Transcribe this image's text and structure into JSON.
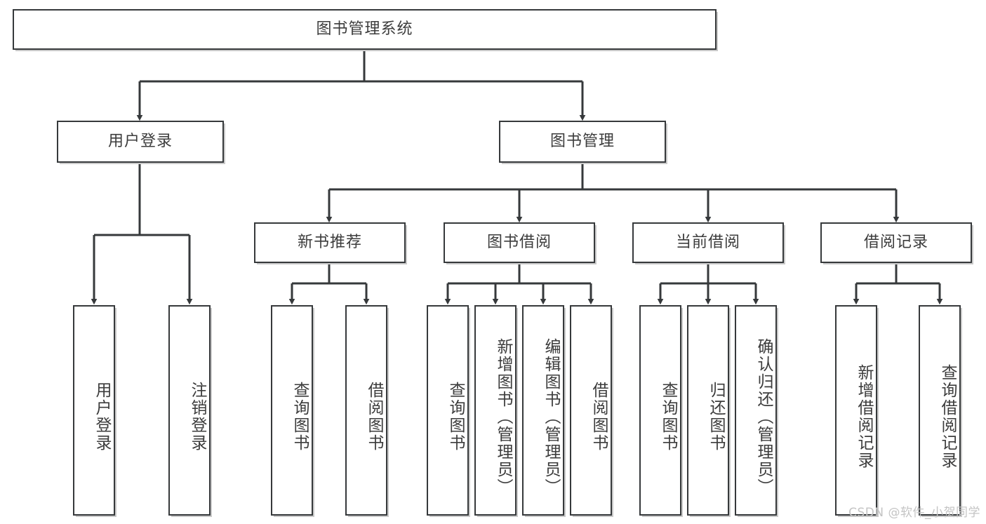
{
  "diagram": {
    "type": "tree-hierarchy-flowchart",
    "title": "图书管理系统",
    "watermark": "CSDN @软件_小贺同学",
    "colors": {
      "border": "#36393b",
      "shadow": "#c9c9c9",
      "text": "#3c3c3c",
      "background": "#ffffff",
      "watermark_text": "#c4c4c4"
    },
    "root": {
      "label": "图书管理系统"
    },
    "level1": [
      {
        "label": "用户登录"
      },
      {
        "label": "图书管理"
      }
    ],
    "level2": [
      {
        "label": "新书推荐"
      },
      {
        "label": "图书借阅"
      },
      {
        "label": "当前借阅"
      },
      {
        "label": "借阅记录"
      }
    ],
    "leaves": {
      "user_login": [
        {
          "label": "用户登录"
        },
        {
          "label": "注销登录"
        }
      ],
      "new_book_recommend": [
        {
          "label": "查询图书"
        },
        {
          "label": "借阅图书"
        }
      ],
      "book_borrow": [
        {
          "label": "查询图书"
        },
        {
          "label": "新增图书（管理员）"
        },
        {
          "label": "编辑图书（管理员）"
        },
        {
          "label": "借阅图书"
        }
      ],
      "current_borrow": [
        {
          "label": "查询图书"
        },
        {
          "label": "归还图书"
        },
        {
          "label": "确认归还（管理员）"
        }
      ],
      "borrow_record": [
        {
          "label": "新增借阅记录"
        },
        {
          "label": "查询借阅记录"
        }
      ]
    }
  }
}
